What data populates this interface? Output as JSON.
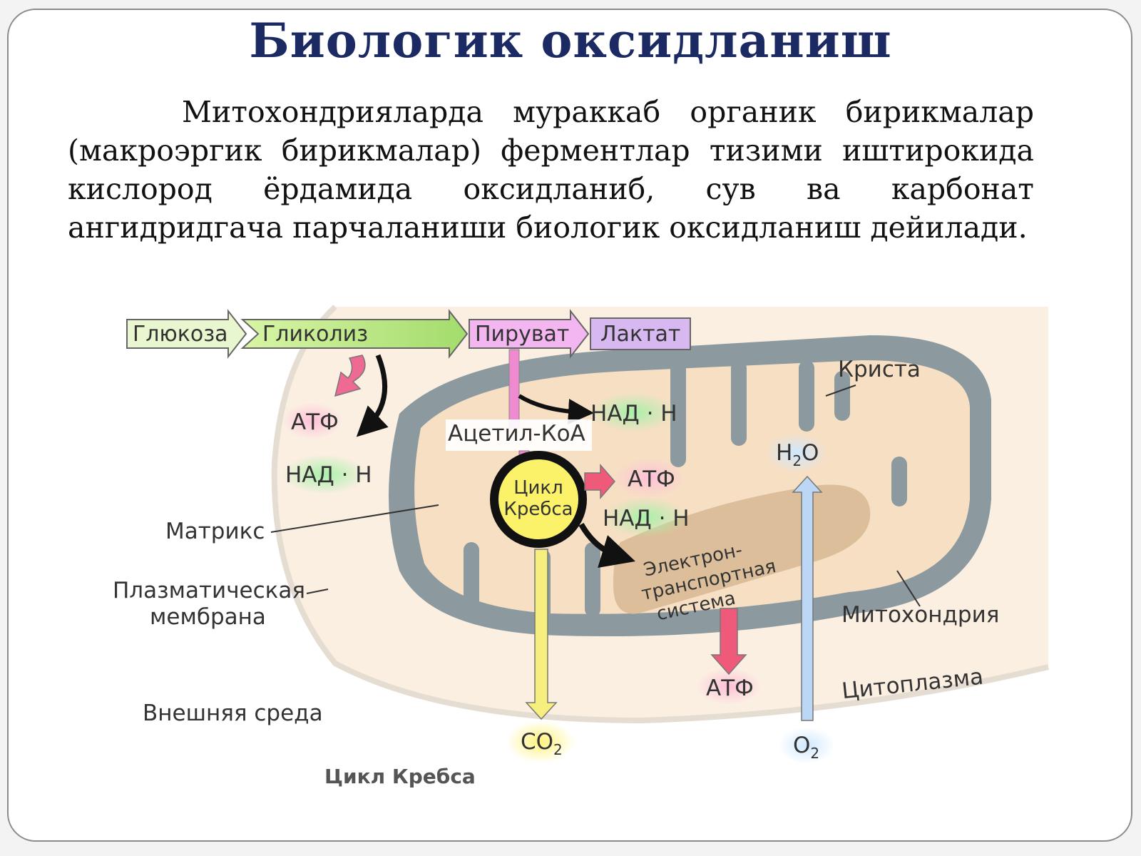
{
  "slide": {
    "title": "Биологик оксидланиш",
    "paragraph": "Митохондрияларда мураккаб органик бирикмалар (макроэргик бирикмалар) ферментлар тизими иштирокида кислород ёрдамида оксидланиб, сув ва карбонат ангидридгача парчаланиши биологик оксидланиш дейилади."
  },
  "diagram": {
    "pathway": {
      "glucose": "Глюкоза",
      "glycolysis": "Гликолиз",
      "pyruvate": "Пируват",
      "lactate": "Лактат",
      "acetyl_coa": "Ацетил-КоА"
    },
    "krebs": {
      "line1": "Цикл",
      "line2": "Кребса"
    },
    "products": {
      "atp": "АТФ",
      "nadh": "НАД · Н",
      "h2o_base": "H",
      "h2o_sub": "2",
      "h2o_tail": "O",
      "co2_base": "CO",
      "co2_sub": "2",
      "o2_base": "O",
      "o2_sub": "2"
    },
    "etc": {
      "line1": "Электрон-",
      "line2": "транспортная",
      "line3": "система"
    },
    "labels": {
      "crista": "Криста",
      "matrix": "Матрикс",
      "membrane_line1": "Плазматическая",
      "membrane_line2": "мембрана",
      "mitochondria": "Митохондрия",
      "cytoplasm": "Цитоплазма",
      "environment": "Внешняя среда"
    },
    "caption": "Цикл Кребса",
    "colors": {
      "membrane": "#8c9aa0",
      "matrix": "#f7dfc4",
      "cytoplasm": "#fbefe2",
      "glycolysis_arrow": "#a6e07a",
      "pyruvate_box": "#f4b6f0",
      "lactate_box": "#d8b8f0",
      "krebs_fill": "#fbf26a",
      "etc_band": "#dcbf9a"
    }
  }
}
